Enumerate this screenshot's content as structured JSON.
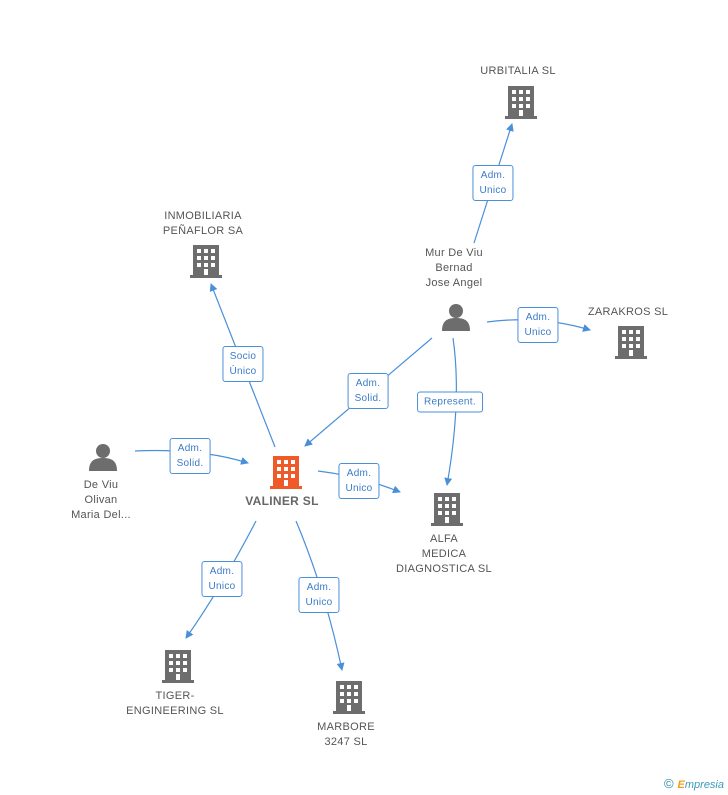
{
  "nodes": {
    "valiner": {
      "label": "VALINER SL"
    },
    "urbitalia": {
      "label": "URBITALIA SL"
    },
    "inmobiliaria": {
      "line1": "INMOBILIARIA",
      "line2": "PEÑAFLOR SA"
    },
    "mur": {
      "line1": "Mur De Viu",
      "line2": "Bernad",
      "line3": "Jose Angel"
    },
    "zarakros": {
      "label": "ZARAKROS SL"
    },
    "deviu": {
      "line1": "De Viu",
      "line2": "Olivan",
      "line3": "Maria Del..."
    },
    "alfa": {
      "line1": "ALFA",
      "line2": "MEDICA",
      "line3": "DIAGNOSTICA SL"
    },
    "tiger": {
      "line1": "TIGER-",
      "line2": "ENGINEERING SL"
    },
    "marbore": {
      "line1": "MARBORE",
      "line2": "3247 SL"
    }
  },
  "edges": {
    "mur_urbitalia": {
      "line1": "Adm.",
      "line2": "Unico"
    },
    "valiner_inmobiliaria": {
      "line1": "Socio",
      "line2": "Único"
    },
    "mur_zarakros": {
      "line1": "Adm.",
      "line2": "Unico"
    },
    "mur_valiner": {
      "line1": "Adm.",
      "line2": "Solid."
    },
    "mur_alfa": {
      "line1": "Represent."
    },
    "deviu_valiner": {
      "line1": "Adm.",
      "line2": "Solid."
    },
    "valiner_alfa": {
      "line1": "Adm.",
      "line2": "Unico"
    },
    "valiner_tiger": {
      "line1": "Adm.",
      "line2": "Unico"
    },
    "valiner_marbore": {
      "line1": "Adm.",
      "line2": "Unico"
    }
  },
  "colors": {
    "edge": "#4a90d9",
    "company": "#6d6d6d",
    "main_company": "#f05a28",
    "person": "#6d6d6d"
  },
  "footer": {
    "copyright": "©",
    "brand_e": "E",
    "brand_rest": "mpresia"
  }
}
